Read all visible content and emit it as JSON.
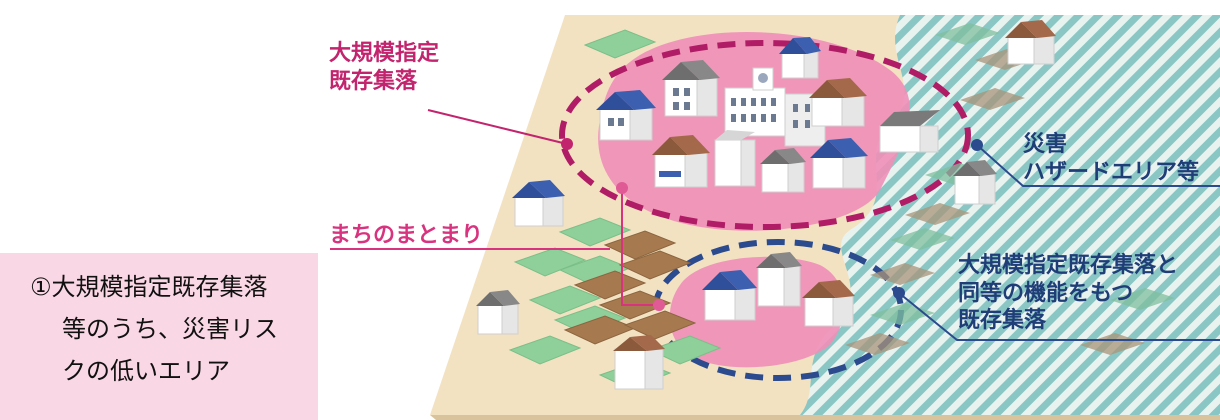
{
  "labels": {
    "large_settlement": "大規模指定\n既存集落",
    "town_cluster": "まちのまとまり",
    "hazard_area": "災害\nハザードエリア等",
    "equivalent_settlement": "大規模指定既存集落と\n同等の機能をもつ\n既存集落"
  },
  "callout": {
    "line1": "①大規模指定既存集落",
    "line2": "等のうち、災害リス",
    "line3": "クの低いエリア"
  },
  "colors": {
    "ground": "#f3e2c2",
    "pink_area": "#ef8fb8",
    "magenta_line": "#c2246e",
    "navy_line": "#2b4b8e",
    "hazard_stripe": "#8ac7c4",
    "field_green": "#8fcf9a",
    "field_brown": "#a67a4e",
    "callout_bg": "#fad7e5"
  }
}
